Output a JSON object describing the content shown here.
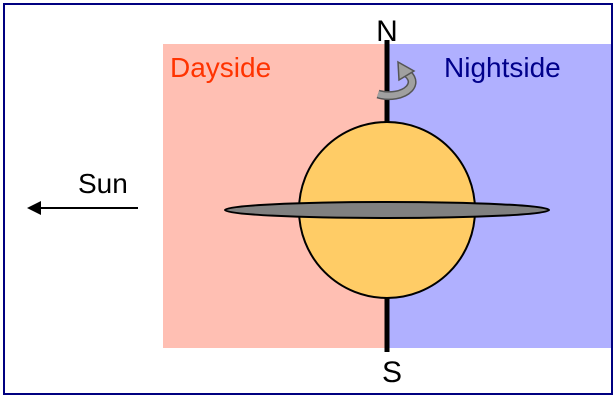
{
  "labels": {
    "north": "N",
    "south": "S",
    "dayside": "Dayside",
    "nightside": "Nightside",
    "sun": "Sun"
  },
  "colors": {
    "border": "#000080",
    "dayside_fill": "#ffbfb3",
    "nightside_fill": "#b0b0ff",
    "dayside_text": "#ff3300",
    "nightside_text": "#00008b",
    "planet_fill": "#ffcc66",
    "ring_fill": "#808080",
    "rotation_arrow": "#999999"
  },
  "icons": {
    "rotation": "rotation-arrow-icon",
    "sun_direction": "left-arrow-icon"
  }
}
